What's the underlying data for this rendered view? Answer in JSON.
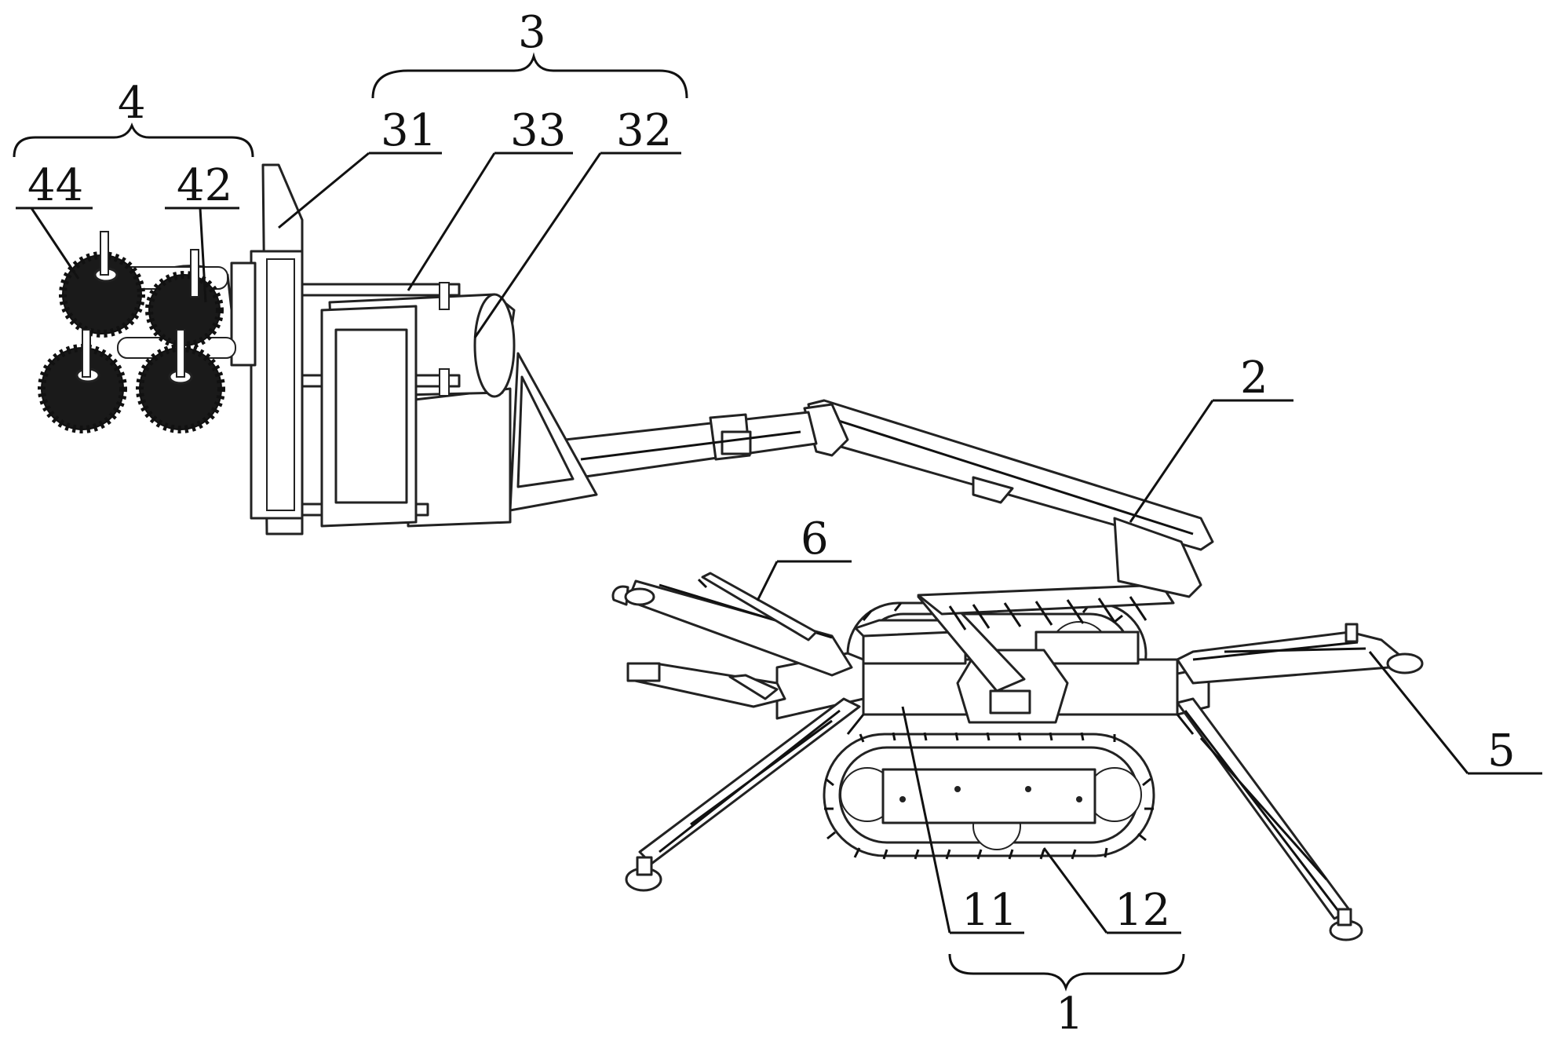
{
  "labels": {
    "l1": "1",
    "l2": "2",
    "l3": "3",
    "l4": "4",
    "l5": "5",
    "l6": "6",
    "l11": "11",
    "l12": "12",
    "l31": "31",
    "l32": "32",
    "l33": "33",
    "l42": "42",
    "l44": "44"
  }
}
